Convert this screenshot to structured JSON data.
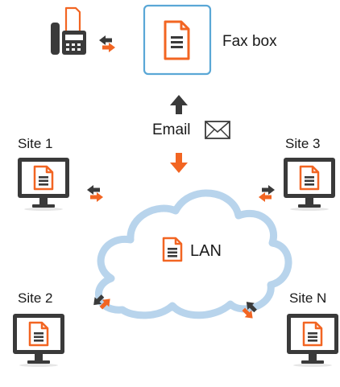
{
  "fax_box": {
    "label": "Fax box"
  },
  "email": {
    "label": "Email"
  },
  "lan": {
    "label": "LAN"
  },
  "sites": [
    {
      "label": "Site 1"
    },
    {
      "label": "Site 3"
    },
    {
      "label": "Site 2"
    },
    {
      "label": "Site N"
    }
  ],
  "colors": {
    "accent_orange": "#f26522",
    "dark_gray": "#3a3a3a",
    "cloud_border": "#b8d4ec",
    "fax_box_border": "#5aa7d6"
  },
  "icons": [
    "fax-machine-icon",
    "document-icon",
    "envelope-icon",
    "cloud-icon",
    "monitor-icon",
    "bidirectional-arrow-icon"
  ]
}
